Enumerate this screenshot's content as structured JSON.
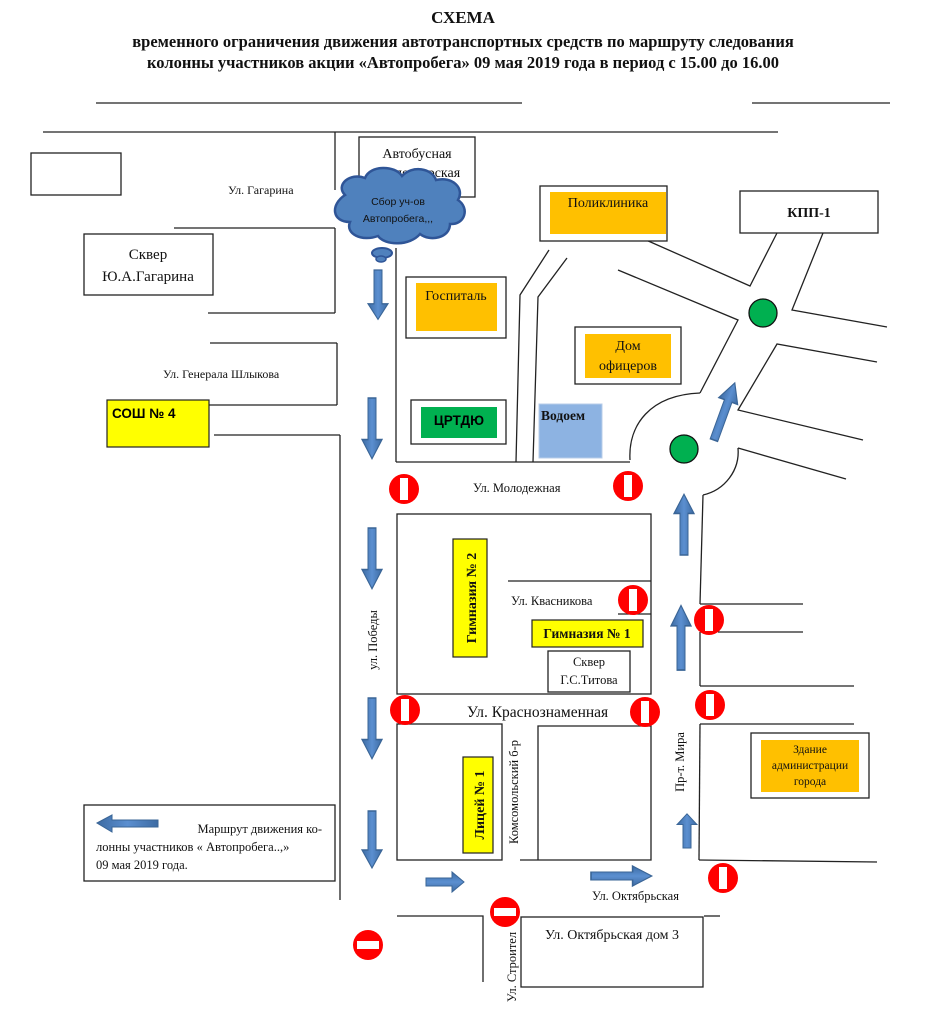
{
  "title": {
    "line1": "СХЕМА",
    "line2": "временного ограничения движения автотранспортных средств по маршруту следования",
    "line3": "колонны участников акции  «Автопробега»  09 мая 2019 года в период с 15.00 до 16.00"
  },
  "colors": {
    "route_arrow": "#4f81bd",
    "cloud": "#4f81bd",
    "highlight_orange": "#ffc000",
    "highlight_yellow": "#ffff00",
    "highlight_green": "#00b050",
    "water": "#8db3e2",
    "stop_sign": "#ff0000",
    "traffic_light": "#00b050"
  },
  "buildings": {
    "bus_dispatch": {
      "line1": "Автобусная",
      "line2": "диспетчерская"
    },
    "gathering": {
      "line1": "Сбор уч-ов",
      "line2": "Автопробега,,,"
    },
    "park_gagarin": {
      "line1": "Сквер",
      "line2": "Ю.А.Гагарина"
    },
    "polyclinic": "Поликлиника",
    "checkpoint": "КПП-1",
    "hospital": "Госпиталь",
    "officers_house": {
      "line1": "Дом",
      "line2": "офицеров"
    },
    "school4": "СОШ № 4",
    "crtdu": "ЦРТДЮ",
    "reservoir": "Водоем",
    "gymnasium2": "Гимназия № 2",
    "gymnasium1": "Гимназия № 1",
    "park_titov": {
      "line1": "Сквер",
      "line2": "Г.С.Титова"
    },
    "admin": {
      "line1": "Здание",
      "line2": "администрации",
      "line3": "города"
    },
    "lyceum1": "Лицей № 1",
    "oktyabrskaya3": "Ул. Октябрьская дом 3"
  },
  "streets": {
    "gagarina": "Ул. Гагарина",
    "shlykova": "Ул. Генерала Шлыкова",
    "molodezhnaya": "Ул. Молодежная",
    "kvasnikova": "Ул. Квасникова",
    "pobedy": "ул. Победы",
    "krasnoznamennaya": "Ул. Краснознаменная",
    "komsomolsky": "Комсомольский б-р",
    "mira": "Пр-т. Мира",
    "oktyabrskaya": "Ул. Октябрьская",
    "stroiteley": "Ул. Строител"
  },
  "legend": {
    "line1": "Маршрут движения ко-",
    "line2": "лонны участников  « Автопробега..,»",
    "line3": "09 мая 2019 года."
  }
}
